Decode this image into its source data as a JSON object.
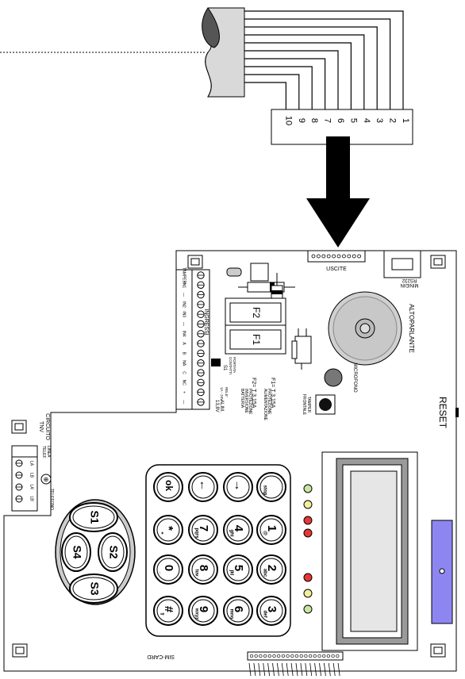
{
  "connector": {
    "pins": [
      "1",
      "2",
      "3",
      "4",
      "5",
      "6",
      "7",
      "8",
      "9",
      "10"
    ]
  },
  "board": {
    "header_label": "USCITE",
    "minidin_label": "MINIDIN",
    "rs232_label": "RS232",
    "speaker_label": "ALTOPARLANTE",
    "reset_label": "RESET",
    "microphone_label": "MICROFONO",
    "tamper_label": "TAMPER",
    "tamper_sub": "FRONTALE",
    "fuse1_label": "F1",
    "fuse2_label": "F2",
    "fuse1_spec": "F1= T 3,15A",
    "fuse1_desc1": "PROTEZIONE",
    "fuse1_desc2": "ALIMENTAZIONE",
    "fuse2_spec": "F2= T 3,15A",
    "fuse2_desc1": "PROTEZIONE",
    "fuse2_desc2": "INVERSIONE",
    "fuse2_desc3": "BATTERIA",
    "switch_label": "S1",
    "relay_desc1": "PORTATA",
    "relay_desc2": "CONTATTI",
    "relay_desc3": "RELE'",
    "relay_desc4": "1A - 24V",
    "inputs_label": "INGRESSI",
    "terminal_labels": [
      "TAMPER",
      "IN1",
      "—",
      "IN2",
      "IN3",
      "—",
      "IN4",
      "A",
      "B",
      "NA",
      "C",
      "NC",
      "+",
      "—"
    ],
    "alim_label": "ALIM.",
    "alim_value": "13,8V",
    "tnv_label1": "CIRCUITO",
    "tnv_label2": "TNV",
    "line_label1": "LINEA",
    "line_label2": "TELEF.",
    "line_terms": [
      "LA",
      "LB"
    ],
    "phone_label": "TELEFONO",
    "phone_terms": [
      "LA'",
      "LB'"
    ],
    "simcard_label": "SIM-CARD",
    "scroll_keys": [
      "S1",
      "S2",
      "S3",
      "S4"
    ],
    "keypad": [
      {
        "main": "1",
        "sub": "@"
      },
      {
        "main": "2",
        "sub": "abc"
      },
      {
        "main": "3",
        "sub": "def"
      },
      {
        "main": "4",
        "sub": "ghi"
      },
      {
        "main": "5",
        "sub": "jkl"
      },
      {
        "main": "6",
        "sub": "mno"
      },
      {
        "main": "7",
        "sub": "pqrs"
      },
      {
        "main": "8",
        "sub": "tuv"
      },
      {
        "main": "9",
        "sub": "wxyz"
      },
      {
        "main": "*",
        "sub": "+"
      },
      {
        "main": "0",
        "sub": "_"
      },
      {
        "main": "#",
        "sub": "⇧"
      },
      {
        "main": "ok",
        "sub": ""
      },
      {
        "main": "←",
        "sub": ""
      },
      {
        "main": "→",
        "sub": ""
      },
      {
        "main": "",
        "sub": "stop"
      }
    ],
    "led_colors": [
      "#c8e6a0",
      "#f3ef9a",
      "#e53935",
      "#e53935",
      "#e53935",
      "#f3ef9a",
      "#c8e6a0"
    ],
    "card_color": "#8e86f0"
  }
}
